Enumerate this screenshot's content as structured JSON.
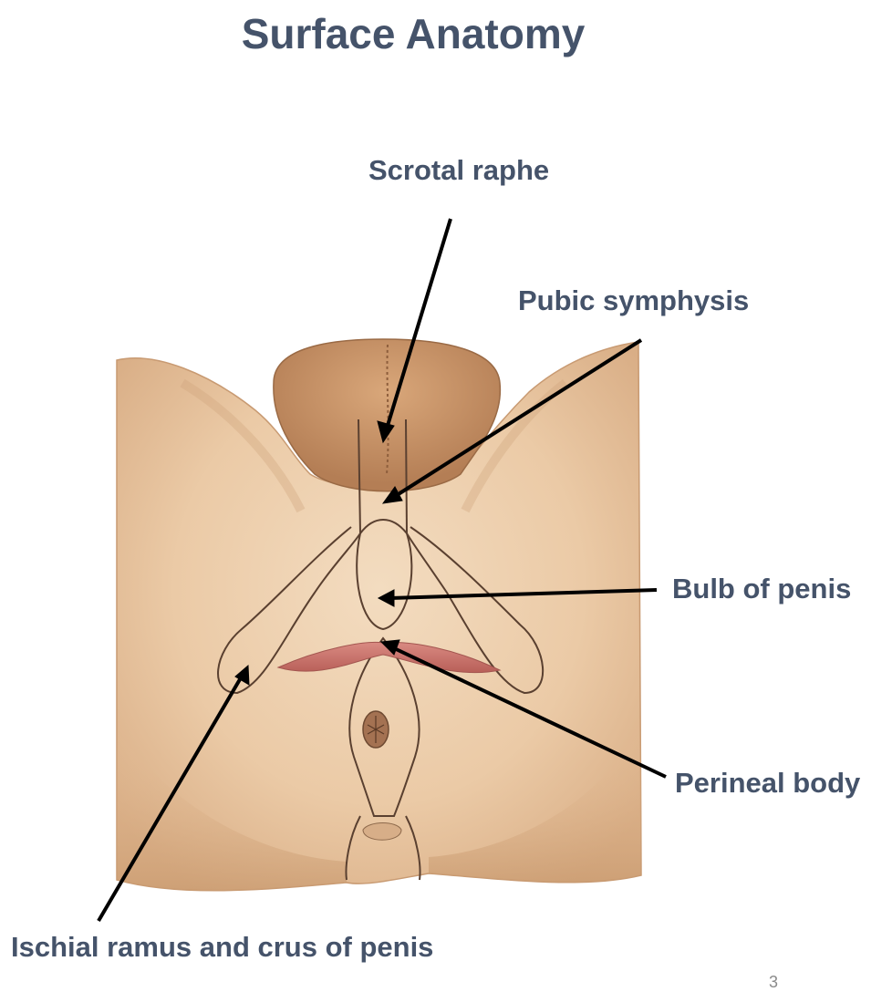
{
  "title": "Surface Anatomy",
  "labels": {
    "scrotal_raphe": "Scrotal raphe",
    "pubic_symphysis": "Pubic symphysis",
    "bulb_of_penis": "Bulb of penis",
    "perineal_body": "Perineal body",
    "ischial_ramus": "Ischial ramus and crus of penis"
  },
  "page_number": "3",
  "colors": {
    "title": "#45536a",
    "label": "#45536a",
    "skin_light": "#f0d4b4",
    "skin_mid": "#e2bd96",
    "skin_shadow": "#c8966a",
    "outline": "#5a4030",
    "muscle": "#c8706a",
    "arrow": "#000000"
  }
}
